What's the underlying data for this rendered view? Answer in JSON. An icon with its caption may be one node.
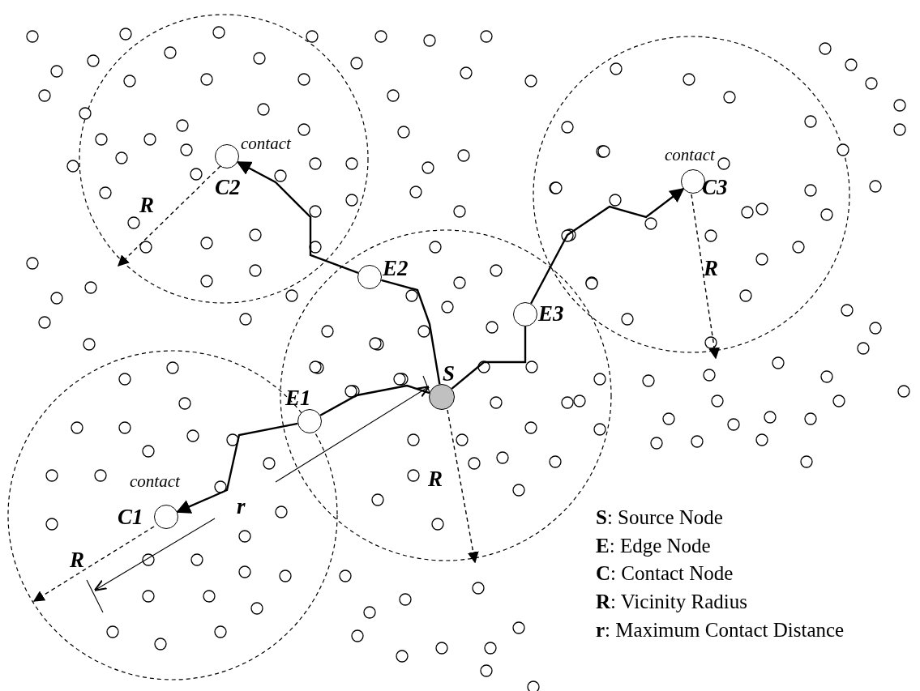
{
  "diagram": {
    "nodes": [
      {
        "text": [],
        "shape": "circle",
        "beside": [
          "S"
        ]
      },
      {
        "text": [],
        "shape": "circle",
        "beside": [
          "E1"
        ]
      },
      {
        "text": [],
        "shape": "circle",
        "beside": [
          "E2"
        ]
      },
      {
        "text": [],
        "shape": "circle",
        "beside": [
          "E3"
        ]
      },
      {
        "text": [],
        "shape": "circle",
        "beside": [
          "contact",
          "C1"
        ]
      },
      {
        "text": [],
        "shape": "circle",
        "beside": [
          "contact",
          "C2"
        ]
      },
      {
        "text": [],
        "shape": "circle",
        "beside": [
          "contact",
          "C3"
        ]
      }
    ],
    "edges": [
      {
        "from": 0,
        "to": 2,
        "arrow": "none"
      },
      {
        "from": 2,
        "to": 5,
        "arrow": "to"
      },
      {
        "from": 0,
        "to": 1,
        "arrow": "none"
      },
      {
        "from": 1,
        "to": 4,
        "arrow": "to"
      },
      {
        "from": 0,
        "to": 3,
        "arrow": "none"
      },
      {
        "from": 3,
        "to": 6,
        "arrow": "to"
      }
    ],
    "labels": [
      "R",
      "R",
      "R",
      "R",
      "r",
      "**S**: Source Node",
      "**E**: Edge Node",
      "**C**: Contact Node",
      "**R**: Vicinity Radius",
      "**r**: Maximum Contact Distance"
    ]
  }
}
